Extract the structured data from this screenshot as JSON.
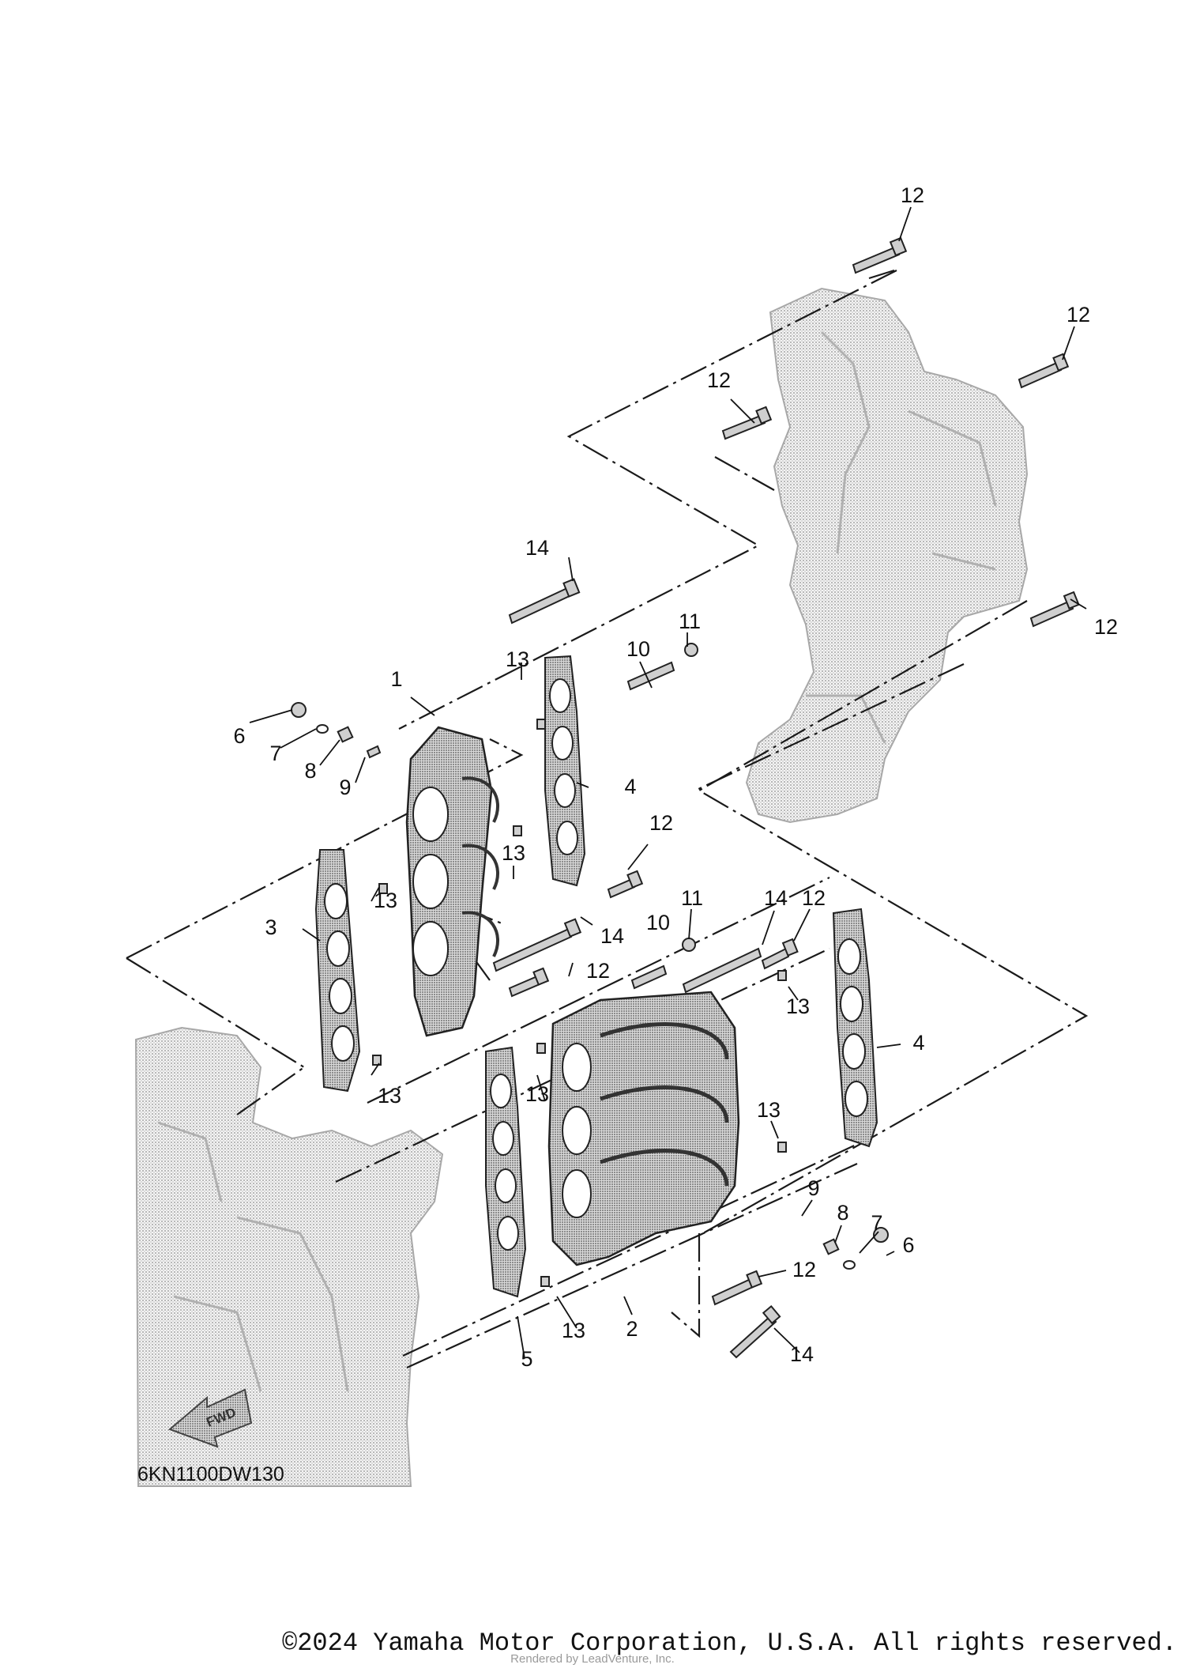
{
  "diagram": {
    "drawing_code": "6KN1100DW130",
    "fwd_label": "FWD",
    "watermark": "LEADVENTURE",
    "callouts": [
      {
        "id": "c1",
        "label": "1"
      },
      {
        "id": "c2",
        "label": "2"
      },
      {
        "id": "c3",
        "label": "3"
      },
      {
        "id": "c4a",
        "label": "4"
      },
      {
        "id": "c4b",
        "label": "4"
      },
      {
        "id": "c5",
        "label": "5"
      },
      {
        "id": "c6a",
        "label": "6"
      },
      {
        "id": "c6b",
        "label": "6"
      },
      {
        "id": "c7a",
        "label": "7"
      },
      {
        "id": "c7b",
        "label": "7"
      },
      {
        "id": "c8a",
        "label": "8"
      },
      {
        "id": "c8b",
        "label": "8"
      },
      {
        "id": "c9a",
        "label": "9"
      },
      {
        "id": "c9b",
        "label": "9"
      },
      {
        "id": "c10a",
        "label": "10"
      },
      {
        "id": "c10b",
        "label": "10"
      },
      {
        "id": "c11a",
        "label": "11"
      },
      {
        "id": "c11b",
        "label": "11"
      },
      {
        "id": "c12a",
        "label": "12"
      },
      {
        "id": "c12b",
        "label": "12"
      },
      {
        "id": "c12c",
        "label": "12"
      },
      {
        "id": "c12d",
        "label": "12"
      },
      {
        "id": "c12e",
        "label": "12"
      },
      {
        "id": "c12f",
        "label": "12"
      },
      {
        "id": "c12g",
        "label": "12"
      },
      {
        "id": "c12h",
        "label": "12"
      },
      {
        "id": "c13a",
        "label": "13"
      },
      {
        "id": "c13b",
        "label": "13"
      },
      {
        "id": "c13c",
        "label": "13"
      },
      {
        "id": "c13d",
        "label": "13"
      },
      {
        "id": "c13e",
        "label": "13"
      },
      {
        "id": "c13f",
        "label": "13"
      },
      {
        "id": "c13g",
        "label": "13"
      },
      {
        "id": "c13h",
        "label": "13"
      },
      {
        "id": "c14a",
        "label": "14"
      },
      {
        "id": "c14b",
        "label": "14"
      },
      {
        "id": "c14c",
        "label": "14"
      },
      {
        "id": "c14d",
        "label": "14"
      }
    ]
  },
  "footer": {
    "copyright": "©2024 Yamaha Motor Corporation, U.S.A. All rights reserved.",
    "rendered_by": "Rendered by LeadVenture, Inc."
  }
}
